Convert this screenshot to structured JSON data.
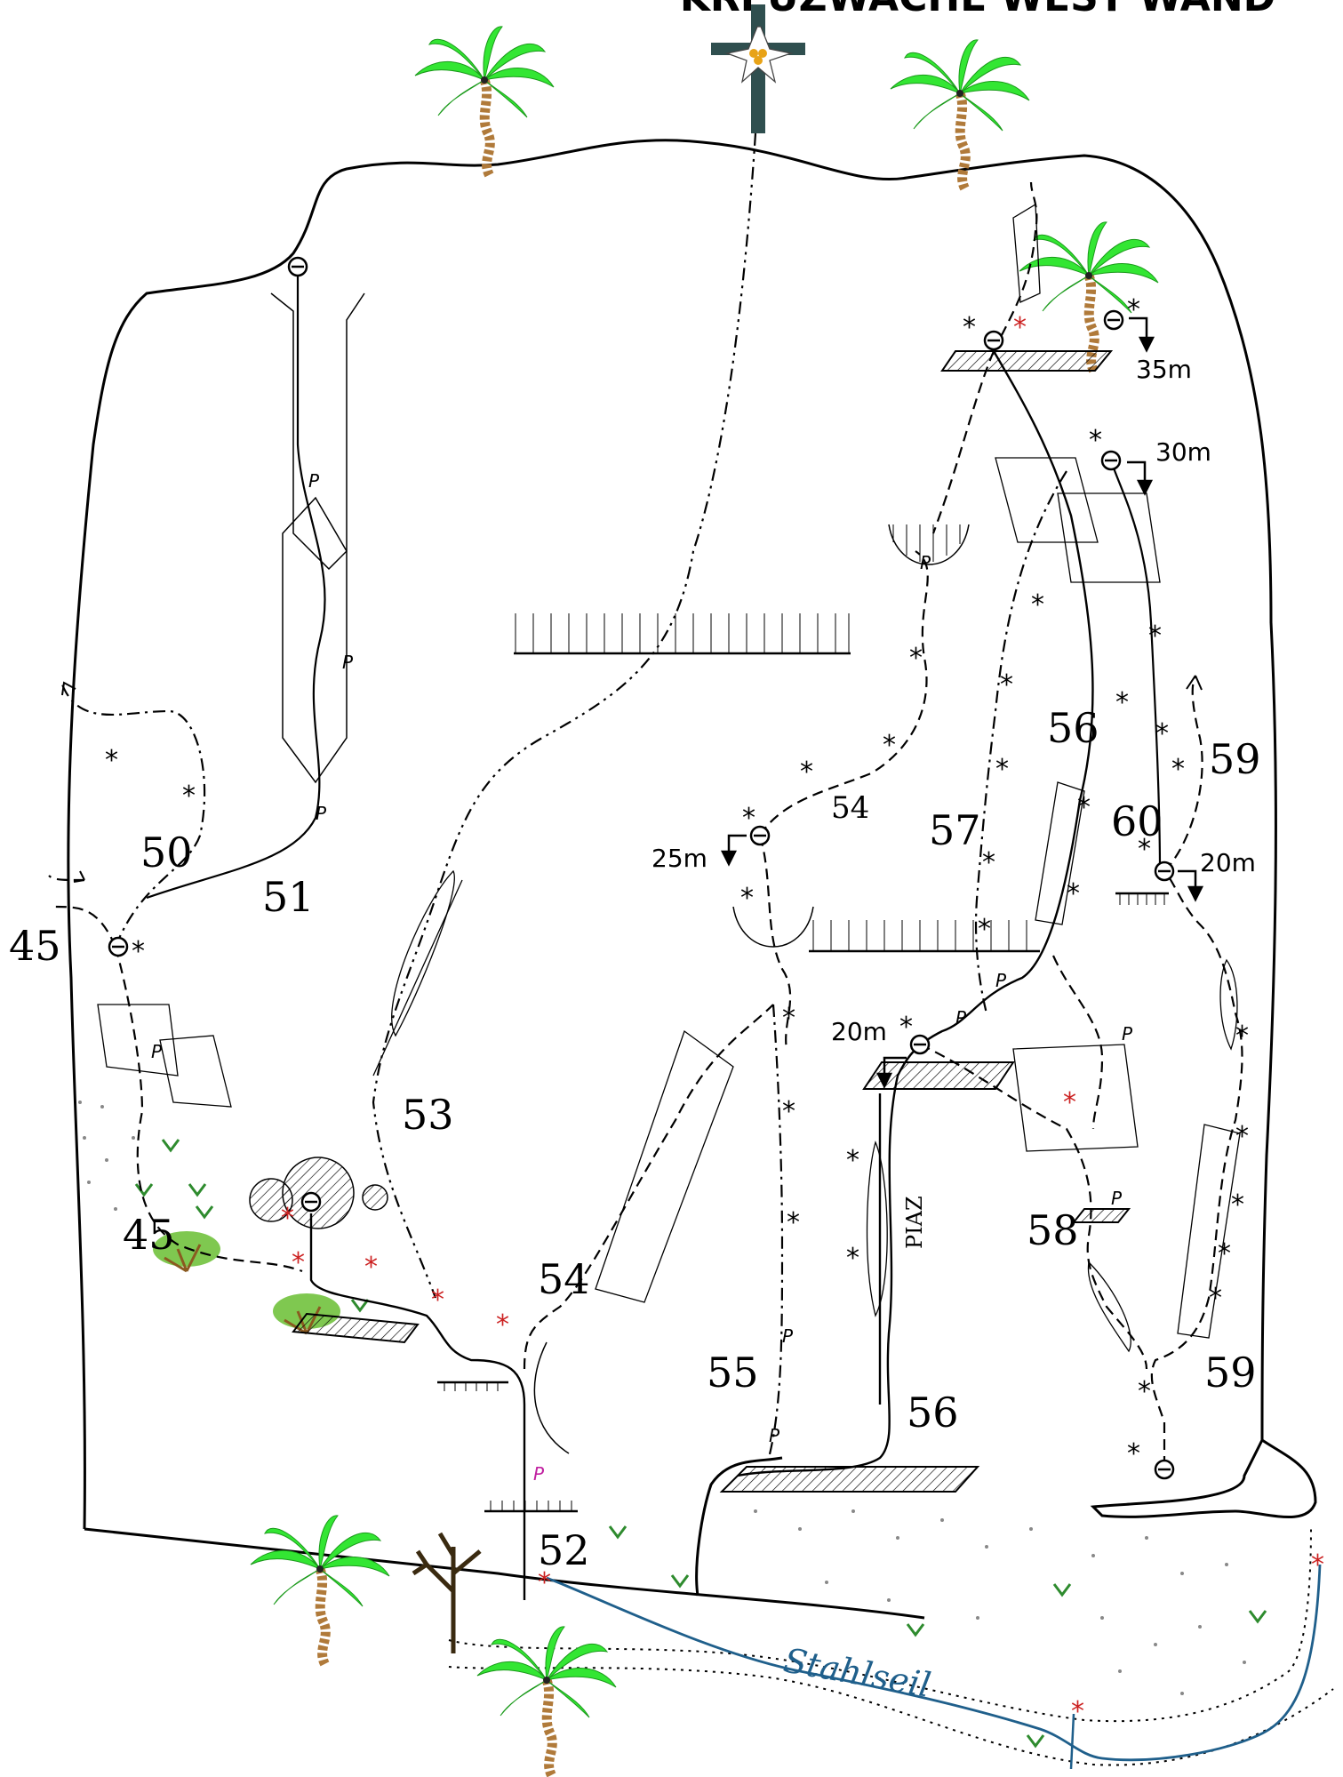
{
  "title": "KREUZWACHE WEST WAND",
  "colors": {
    "rock_outline": "#000000",
    "palm_leaves": "#33e633",
    "palm_trunk": "#b07a3a",
    "cross": "#2f4f4f",
    "edelweiss_center": "#e8a317",
    "steel_cable": "#1f5f8b",
    "red_marker": "#cc2222",
    "grass": "#2e8b2e"
  },
  "routes": [
    {
      "id": "r45a",
      "label": "45"
    },
    {
      "id": "r45b",
      "label": "45"
    },
    {
      "id": "r50",
      "label": "50"
    },
    {
      "id": "r51",
      "label": "51"
    },
    {
      "id": "r52",
      "label": "52"
    },
    {
      "id": "r53",
      "label": "53"
    },
    {
      "id": "r54a",
      "label": "54"
    },
    {
      "id": "r54b",
      "label": "54"
    },
    {
      "id": "r55",
      "label": "55"
    },
    {
      "id": "r56a",
      "label": "56"
    },
    {
      "id": "r56b",
      "label": "56"
    },
    {
      "id": "r57",
      "label": "57"
    },
    {
      "id": "r58",
      "label": "58"
    },
    {
      "id": "r59a",
      "label": "59"
    },
    {
      "id": "r59b",
      "label": "59"
    },
    {
      "id": "r60",
      "label": "60"
    }
  ],
  "rappels": [
    {
      "id": "rap35",
      "label": "35m"
    },
    {
      "id": "rap30",
      "label": "30m"
    },
    {
      "id": "rap25",
      "label": "25m"
    },
    {
      "id": "rap20a",
      "label": "20m"
    },
    {
      "id": "rap20b",
      "label": "20m"
    }
  ],
  "annotations": {
    "piaz": "PIAZ",
    "steel_cable": "Stahlseil",
    "bolt": "P",
    "star": "*"
  }
}
